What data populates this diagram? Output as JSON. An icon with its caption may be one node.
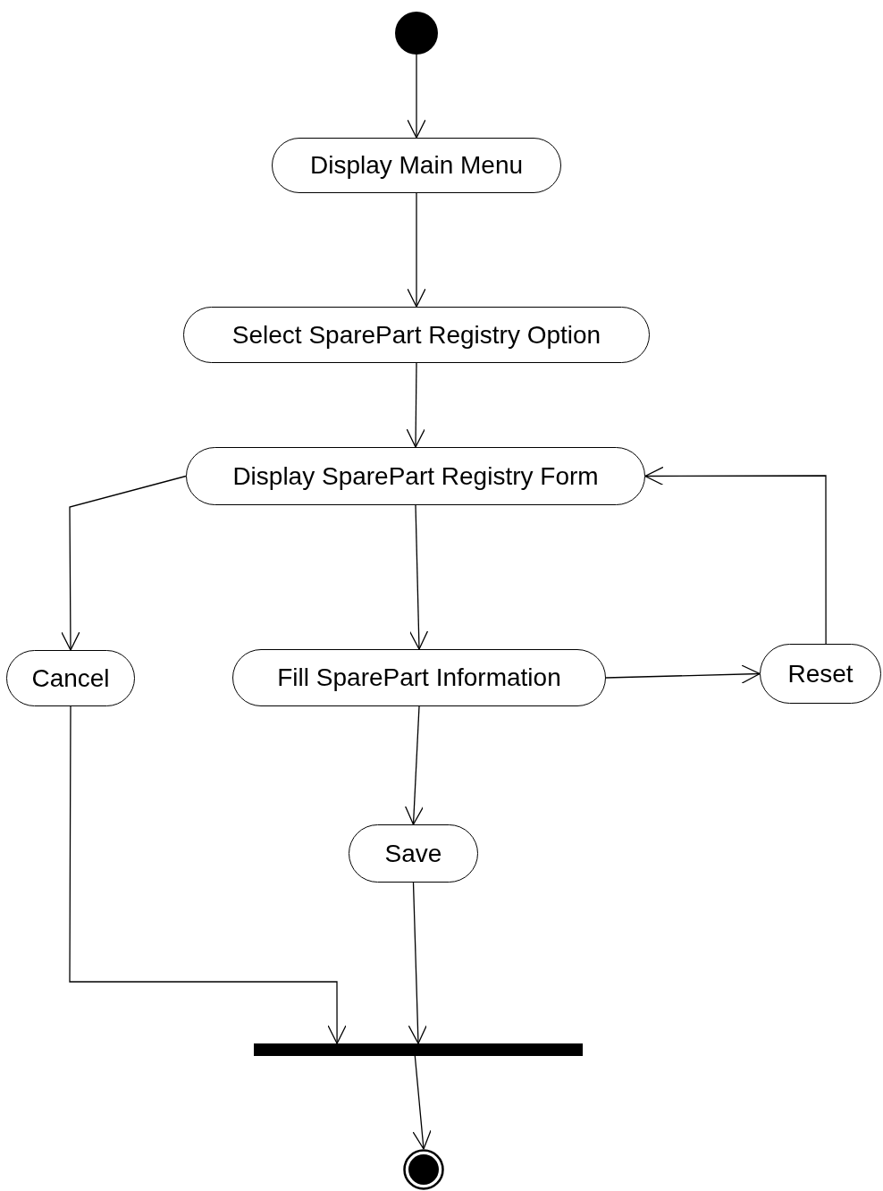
{
  "diagram": {
    "nodes": [
      {
        "text": [],
        "shape": "circle"
      },
      {
        "text": [
          "Display Main Menu"
        ]
      },
      {
        "text": [
          "Select SparePart Registry Option"
        ]
      },
      {
        "text": [
          "Display SparePart Registry Form"
        ]
      },
      {
        "text": [
          "Cancel"
        ]
      },
      {
        "text": [
          "Fill SparePart Information"
        ]
      },
      {
        "text": [
          "Reset"
        ]
      },
      {
        "text": [
          "Save"
        ]
      },
      {
        "text": [],
        "shape": "bar"
      },
      {
        "text": [],
        "shape": "circle"
      }
    ],
    "edges": [
      {
        "from": 0,
        "to": 1,
        "arrow": "to"
      },
      {
        "from": 1,
        "to": 2,
        "arrow": "to"
      },
      {
        "from": 2,
        "to": 3,
        "arrow": "to"
      },
      {
        "from": 3,
        "to": 4,
        "arrow": "to"
      },
      {
        "from": 3,
        "to": 5,
        "arrow": "to"
      },
      {
        "from": 5,
        "to": 6,
        "arrow": "to"
      },
      {
        "from": 6,
        "to": 3,
        "arrow": "to"
      },
      {
        "from": 5,
        "to": 7,
        "arrow": "to"
      },
      {
        "from": 4,
        "to": 8,
        "arrow": "to"
      },
      {
        "from": 7,
        "to": 8,
        "arrow": "to"
      },
      {
        "from": 8,
        "to": 9,
        "arrow": "to"
      }
    ]
  }
}
